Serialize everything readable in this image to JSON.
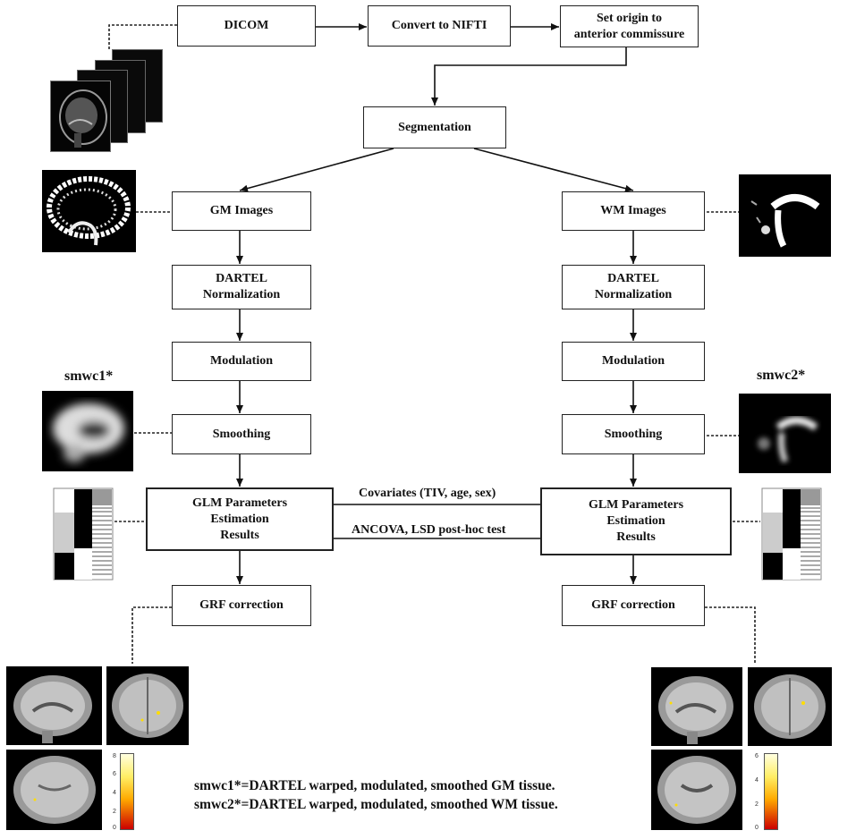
{
  "steps": {
    "dicom": "DICOM",
    "convert": "Convert to NIFTI",
    "origin_l1": "Set origin to",
    "origin_l2": "anterior commissure",
    "segmentation": "Segmentation",
    "gm_images": "GM Images",
    "wm_images": "WM Images",
    "dartel_l1": "DARTEL",
    "dartel_l2": "Normalization",
    "modulation": "Modulation",
    "smoothing": "Smoothing",
    "glm_l1": "GLM Parameters",
    "glm_l2": "Estimation",
    "glm_l3": "Results",
    "grf": "GRF correction"
  },
  "edges": {
    "covariates": "Covariates (TIV, age, sex)",
    "ancova": "ANCOVA, LSD post-hoc test"
  },
  "labels": {
    "smwc1": "smwc1*",
    "smwc2": "smwc2*"
  },
  "footnotes": {
    "line1": "smwc1*=DARTEL warped, modulated, smoothed GM tissue.",
    "line2": "smwc2*=DARTEL warped, modulated, smoothed WM tissue."
  },
  "colorbars": {
    "left_ticks": [
      "8",
      "6",
      "4",
      "2",
      "0"
    ],
    "right_ticks": [
      "6",
      "4",
      "2",
      "0"
    ]
  },
  "colors": {
    "box_border": "#222222",
    "colorbar_hot_top": "#ffffe0",
    "colorbar_hot_mid": "#ffcc00",
    "colorbar_hot_bottom": "#cc0000"
  }
}
